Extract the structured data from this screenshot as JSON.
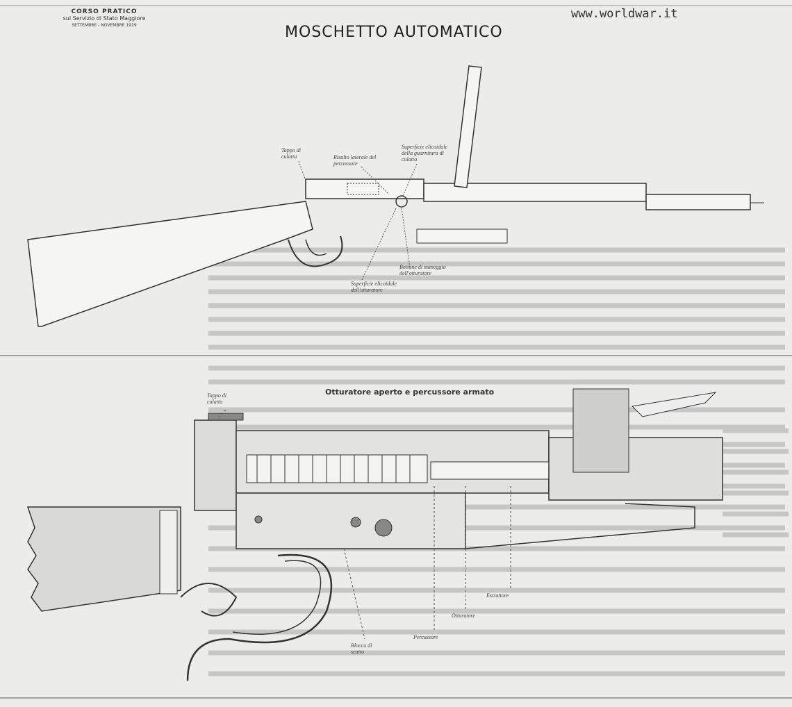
{
  "watermark": "www.worldwar.it",
  "header": {
    "line1": "CORSO PRATICO",
    "line2": "sul Servizio di Stato Maggiore",
    "line3": "SETTEMBRE - NOVEMBRE 1919"
  },
  "title": "MOSCHETTO AUTOMATICO",
  "top_labels": {
    "tappo": "Tappo di culatta",
    "risalto": "Risalto laterale del percussore",
    "superficie_culatta": "Superficie elicoidale della guarnitura di culatta",
    "bottone": "Bottone di maneggio dell'otturatore",
    "superficie_otturatore": "Superficie elicoidale dell'otturatore"
  },
  "section": {
    "title": "Otturatore aperto e percussore armato",
    "labels": {
      "tappo": "Tappo di culatta",
      "blocco": "Blocco di scatto",
      "percussore": "Percussore",
      "otturatore": "Otturatore",
      "estrattore": "Estrattore"
    }
  }
}
